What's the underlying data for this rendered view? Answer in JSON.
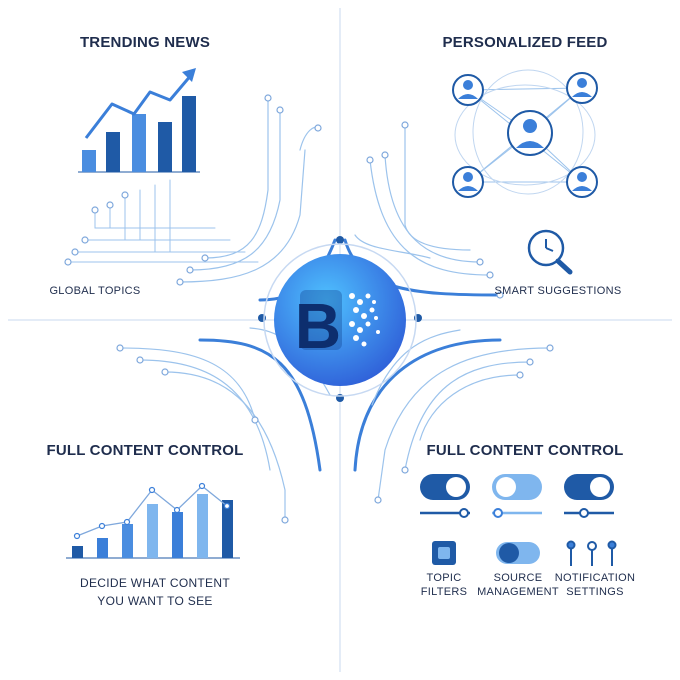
{
  "quadrants": {
    "top_left": {
      "title": "TRENDING NEWS",
      "caption": "GLOBAL TOPICS"
    },
    "top_right": {
      "title": "PERSONALIZED FEED",
      "caption": "SMART SUGGESTIONS"
    },
    "bottom_left": {
      "title": "FULL CONTENT CONTROL",
      "caption_line1": "DECIDE WHAT CONTENT",
      "caption_line2": "YOU WANT TO SEE"
    },
    "bottom_right": {
      "title": "FULL CONTENT CONTROL",
      "features": [
        {
          "line1": "TOPIC",
          "line2": "FILTERS"
        },
        {
          "line1": "SOURCE",
          "line2": "MANAGEMENT"
        },
        {
          "line1": "NOTIFICATION",
          "line2": "SETTINGS"
        }
      ]
    }
  },
  "center_logo": {
    "letter": "B"
  },
  "colors": {
    "dark_blue": "#1f5aa6",
    "mid_blue": "#3b7fd9",
    "light_blue": "#7fb6ee",
    "text": "#1f2d4d"
  },
  "icons": [
    "trend-arrow-icon",
    "network-user-icon",
    "search-clock-icon",
    "toggle-switch-icon",
    "slider-icon",
    "topic-filter-icon"
  ]
}
